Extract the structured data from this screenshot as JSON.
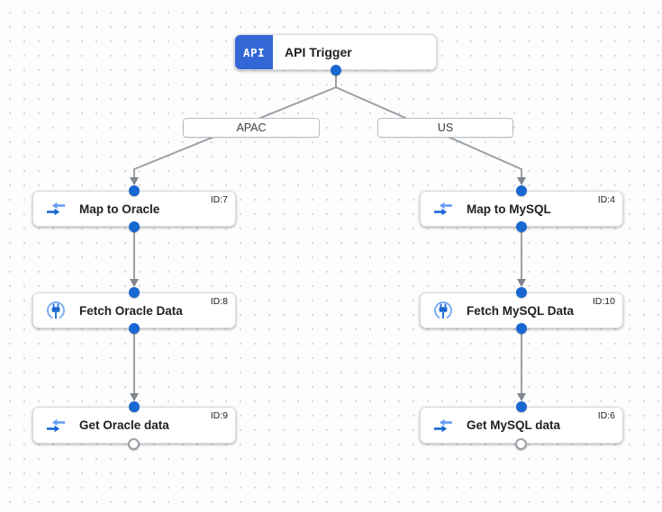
{
  "canvas": {
    "background": "#fdfdfd",
    "grid_dot_color": "#d7d9dc"
  },
  "colors": {
    "port_blue": "#1967d2",
    "api_badge_blue": "#3367d6",
    "edge_gray": "#9aa0a6",
    "arrow_gray": "#80868b",
    "node_border": "#dadce0",
    "mapping_icon_light_blue": "#669df6",
    "mapping_icon_dark_blue": "#1967d2",
    "text_dark": "#202124"
  },
  "trigger": {
    "badge": "API",
    "label": "API Trigger",
    "icon": "api-badge-icon"
  },
  "branches": [
    {
      "label": "APAC"
    },
    {
      "label": "US"
    }
  ],
  "nodes": [
    {
      "label": "Map to Oracle",
      "id_label": "ID:7",
      "icon": "data-mapping-icon",
      "column": "left",
      "row": 1
    },
    {
      "label": "Fetch Oracle Data",
      "id_label": "ID:8",
      "icon": "connector-icon",
      "column": "left",
      "row": 2
    },
    {
      "label": "Get Oracle data",
      "id_label": "ID:9",
      "icon": "data-mapping-icon",
      "column": "left",
      "row": 3
    },
    {
      "label": "Map to MySQL",
      "id_label": "ID:4",
      "icon": "data-mapping-icon",
      "column": "right",
      "row": 1
    },
    {
      "label": "Fetch MySQL Data",
      "id_label": "ID:10",
      "icon": "connector-icon",
      "column": "right",
      "row": 2
    },
    {
      "label": "Get MySQL data",
      "id_label": "ID:6",
      "icon": "data-mapping-icon",
      "column": "right",
      "row": 3
    }
  ]
}
